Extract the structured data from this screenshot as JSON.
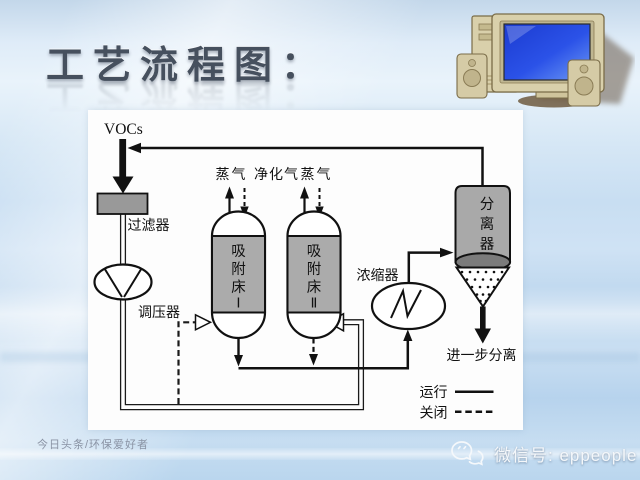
{
  "slide": {
    "title": "工艺流程图：",
    "source_credit": "今日头条/环保爱好者",
    "wechat_label": "微信号: eppeople"
  },
  "diagram": {
    "labels": {
      "vocs": "VOCs",
      "filter": "过滤器",
      "regulator": "调压器",
      "steam_left": "蒸气",
      "purified_gas": "净化气",
      "steam_right": "蒸气",
      "concentrator": "浓缩器",
      "further_separation": "进一步分离"
    },
    "bed1": {
      "chars": [
        "吸",
        "附",
        "床",
        "Ⅰ"
      ]
    },
    "bed2": {
      "chars": [
        "吸",
        "附",
        "床",
        "Ⅱ"
      ]
    },
    "separator": {
      "chars": [
        "分",
        "离",
        "器"
      ]
    },
    "legend": {
      "running": "运行",
      "closed": "关闭"
    }
  },
  "colors": {
    "line": "#111111",
    "vessel_gray": "#ababab",
    "separator_bottom_gray": "#7b7b7b",
    "panel_white": "#fdfdfd",
    "background_blue": "#c8def2",
    "screen_blue": "#2b52e8",
    "computer_beige": "#d9d0ab",
    "title_color": "#46505e"
  }
}
